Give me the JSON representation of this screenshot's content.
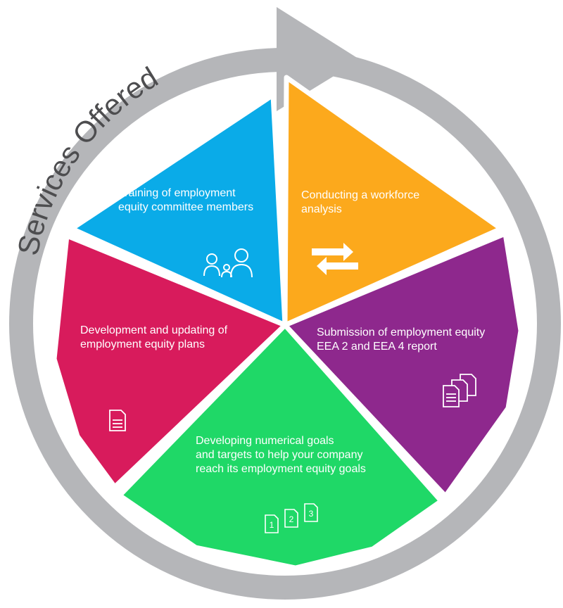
{
  "title": "Services Offered",
  "colors": {
    "ring": "#b5b6b9",
    "gap": "#ffffff",
    "title_text": "#4d4d4f",
    "segment_text": "#ffffff"
  },
  "segments": [
    {
      "id": "training",
      "color": "#0aabe8",
      "icon": "family-icon",
      "lines": [
        "Training of employment",
        "equity committee members"
      ]
    },
    {
      "id": "workforce-analysis",
      "color": "#fca91c",
      "icon": "exchange-arrows-icon",
      "lines": [
        "Conducting a workforce",
        "analysis"
      ]
    },
    {
      "id": "submission",
      "color": "#8e288d",
      "icon": "documents-stack-icon",
      "lines": [
        "Submission of employment equity",
        "EEA 2 and EEA 4 report"
      ]
    },
    {
      "id": "numerical-goals",
      "color": "#1fd867",
      "icon": "numbered-steps-icon",
      "lines": [
        "Developing numerical goals",
        "and targets to help your company",
        "reach its employment equity goals"
      ],
      "step_numbers": [
        "1",
        "2",
        "3"
      ]
    },
    {
      "id": "equity-plans",
      "color": "#d81b5c",
      "icon": "document-icon",
      "lines": [
        "Development and updating of",
        "employment equity plans"
      ]
    }
  ]
}
